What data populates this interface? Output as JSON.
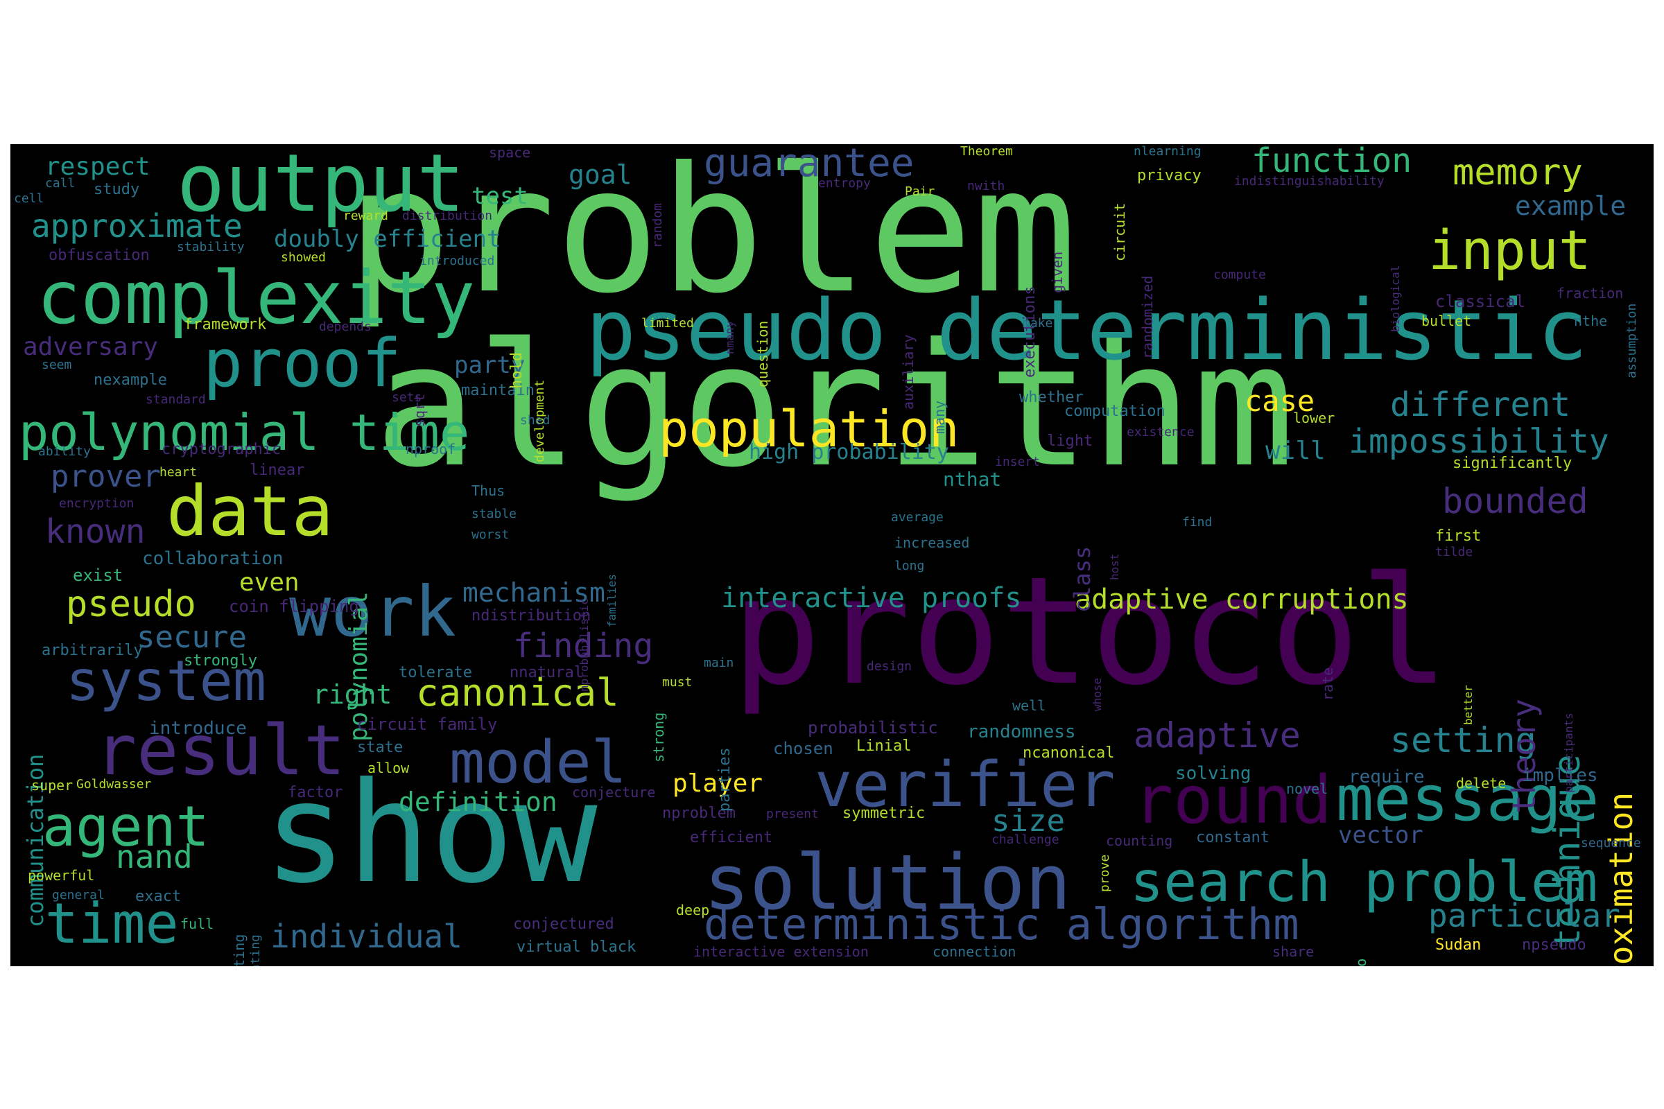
{
  "words": {
    "problem": "problem",
    "algorithm": "algorithm",
    "protocol": "protocol",
    "show": "show",
    "pseudo_deterministic": "pseudo deterministic",
    "output": "output",
    "complexity": "complexity",
    "proof": "proof",
    "polynomial_time": "polynomial time",
    "data": "data",
    "work": "work",
    "system": "system",
    "result": "result",
    "model": "model",
    "agent": "agent",
    "time": "time",
    "solution": "solution",
    "verifier": "verifier",
    "round": "round",
    "message": "message",
    "search_problem": "search problem",
    "deterministic_algorithm": "deterministic algorithm",
    "population": "population",
    "input": "input",
    "memory": "memory",
    "function": "function",
    "guarantee": "guarantee",
    "approximate": "approximate",
    "respect": "respect",
    "test": "test",
    "goal": "goal",
    "doubly_efficient": "doubly efficient",
    "adversary": "adversary",
    "party": "party",
    "case": "case",
    "different": "different",
    "impossibility": "impossibility",
    "bounded": "bounded",
    "prover": "prover",
    "known": "known",
    "pseudo": "pseudo",
    "secure": "secure",
    "finding": "finding",
    "canonical": "canonical",
    "right": "right",
    "nand": "nand",
    "mechanism": "mechanism",
    "interactive_proofs": "interactive proofs",
    "adaptive_corruptions": "adaptive corruptions",
    "adaptive": "adaptive",
    "setting": "setting",
    "technique": "technique",
    "approximation": "approximation",
    "theory": "theory",
    "particular": "particular",
    "individual": "individual",
    "definition": "definition",
    "size": "size",
    "player": "player",
    "example": "example",
    "high_probability": "high probability",
    "will": "will",
    "even": "even",
    "communication": "communication",
    "polynomial": "polynomial",
    "class": "class",
    "nthat": "nthat",
    "collaboration": "collaboration",
    "exist": "exist",
    "coin_flipping": "coin flipping",
    "ndistribution": "ndistribution",
    "arbitrarily": "arbitrarily",
    "strongly": "strongly",
    "tolerate": "tolerate",
    "nnatural": "nnatural",
    "introduce": "introduce",
    "circuit_family": "circuit family",
    "state": "state",
    "probabilistic": "probabilistic",
    "randomness": "randomness",
    "chosen": "chosen",
    "linial": "Linial",
    "ncanonical": "ncanonical",
    "solving": "solving",
    "require": "require",
    "implies": "implies",
    "delete": "delete",
    "conjecture": "conjecture",
    "symmetric": "symmetric",
    "nproblem": "nproblem",
    "present": "present",
    "efficient": "efficient",
    "challenge": "challenge",
    "counting": "counting",
    "constant": "constant",
    "vector": "vector",
    "sequence": "sequence",
    "factor": "factor",
    "allow": "allow",
    "super": "super",
    "goldwasser": "Goldwasser",
    "powerful": "powerful",
    "exact": "exact",
    "full": "full",
    "computing": "computing",
    "collaborating": "collaborating",
    "conjectured": "conjectured",
    "deep": "deep",
    "virtual_black": "virtual black",
    "interactive_extension": "interactive extension",
    "connection": "connection",
    "share": "share",
    "nonzero": "nonzero",
    "sudan": "Sudan",
    "npseudo": "npseudo",
    "space": "space",
    "theorem": "Theorem",
    "nlearning": "nlearning",
    "privacy": "privacy",
    "indistinguishability": "indistinguishability",
    "biological": "biological",
    "assumption": "assumption",
    "call": "call",
    "cell": "cell",
    "study": "study",
    "reward": "reward",
    "distribution": "distribution",
    "obfuscation": "obfuscation",
    "stability": "stability",
    "showed": "showed",
    "introduced": "introduced",
    "random": "random",
    "entropy": "entropy",
    "pair": "Pair",
    "nwith": "nwith",
    "executions": "executions",
    "given": "given",
    "circuit": "circuit",
    "randomized": "randomized",
    "compute": "compute",
    "classical": "classical",
    "fraction": "fraction",
    "bullet": "bullet",
    "nthe": "nthe",
    "framework": "framework",
    "depends": "depends",
    "seem": "seem",
    "nexample": "nexample",
    "standard": "standard",
    "sets": "sets",
    "maintain": "maintain",
    "hold": "hold",
    "development": "development",
    "limited": "limited",
    "nmany": "nmany",
    "question": "question",
    "auxiliary": "auxiliary",
    "make": "make",
    "many": "many",
    "whether": "whether",
    "computation": "computation",
    "lower": "lower",
    "existence": "existence",
    "significantly": "significantly",
    "first": "first",
    "tilde": "tilde",
    "ability": "ability",
    "cryptographic": "cryptographic",
    "nproof": "nproof",
    "linear": "linear",
    "heart": "heart",
    "encryption": "encryption",
    "thus": "Thus",
    "stable": "stable",
    "worst": "worst",
    "sqrt": "sqrt",
    "shed": "shed",
    "nprobabilistic": "nprobabilistic",
    "families": "families",
    "light": "light",
    "insert": "insert",
    "average": "average",
    "increased": "increased",
    "long": "long",
    "host": "host",
    "find": "find",
    "design": "design",
    "main": "main",
    "must": "must",
    "well": "well",
    "whose": "whose",
    "rate": "rate",
    "better": "better",
    "participants": "participants",
    "strong": "strong",
    "parties": "parties",
    "prove": "prove",
    "novel": "novel",
    "general": "general"
  }
}
